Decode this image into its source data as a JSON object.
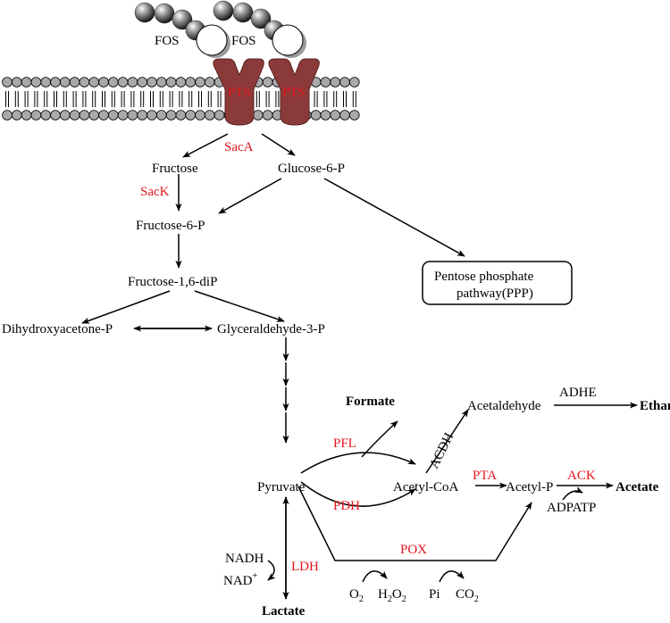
{
  "colors": {
    "enzyme": "#e4151b",
    "transporter": "#8b3a3a",
    "line": "#000000",
    "lipid_head": "#a9a9a9"
  },
  "membrane": {
    "substrate_label_1": "FOS",
    "substrate_label_2": "FOS",
    "transporter_label_1": "PTS",
    "transporter_label_2": "PTS"
  },
  "metabolites": {
    "fructose": "Fructose",
    "glucose_6_p": "Glucose-6-P",
    "fructose_6_p": "Fructose-6-P",
    "fructose_16_dip": "Fructose-1,6-diP",
    "dihydroxyacetone_p": "Dihydroxyacetone-P",
    "glyceraldehyde_3_p": "Glyceraldehyde-3-P",
    "ppp_line1": "Pentose phosphate",
    "ppp_line2": "pathway(PPP)",
    "formate": "Formate",
    "acetaldehyde": "Acetaldehyde",
    "ethanol": "Ethanol",
    "pyruvate": "Pyruvate",
    "acetyl_coa": "Acetyl-CoA",
    "acetyl_p": "Acetyl-P",
    "acetate": "Acetate",
    "lactate": "Lactate",
    "nadh": "NADH",
    "nad": "NAD",
    "nad_charge": "+",
    "adp_atp": "ADPATP",
    "o2": "O",
    "o2_sub": "2",
    "h2o2_h": "H",
    "h2o2_sub1": "2",
    "h2o2_o": "O",
    "h2o2_sub2": "2",
    "pi": "Pi",
    "co2": "CO",
    "co2_sub": "2"
  },
  "enzymes": {
    "saca": "SacA",
    "sack": "SacK",
    "adhe": "ADHE",
    "acdh": "ACDH",
    "pfl": "PFL",
    "pdh": "PDH",
    "pta": "PTA",
    "ack": "ACK",
    "pox": "POX",
    "ldh": "LDH"
  }
}
